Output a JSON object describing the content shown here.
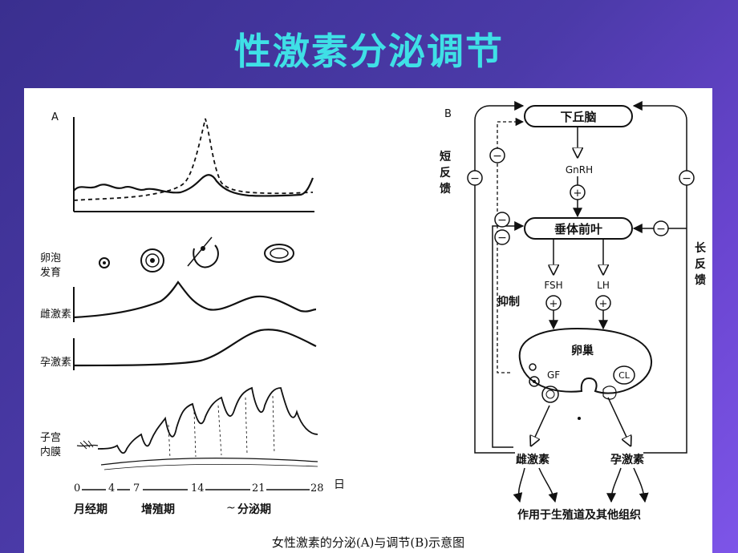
{
  "slide": {
    "title": "性激素分泌调节"
  },
  "panel_a": {
    "label": "A",
    "row_labels": {
      "follicle": [
        "卵泡",
        "发育"
      ],
      "estrogen": "雌激素",
      "progesterone": "孕激素",
      "endometrium": [
        "子宫",
        "内膜"
      ]
    },
    "axis": {
      "ticks": [
        "0",
        "4",
        "7",
        "14",
        "21",
        "28"
      ],
      "unit": "日"
    },
    "phases": [
      "月经期",
      "增殖期",
      "分泌期"
    ]
  },
  "panel_b": {
    "label": "B",
    "nodes": {
      "hypothalamus": "下丘脑",
      "pituitary": "垂体前叶",
      "ovary": "卵巢"
    },
    "hormones": {
      "gnrh": "GnRH",
      "fsh": "FSH",
      "lh": "LH",
      "estrogen": "雌激素",
      "progesterone": "孕激素"
    },
    "ovary_marks": {
      "gf": "GF",
      "cl": "CL"
    },
    "feedback": {
      "short": [
        "短",
        "反",
        "馈"
      ],
      "long": [
        "长",
        "反",
        "馈"
      ],
      "inhibit": "抑制"
    },
    "signs": {
      "plus": "+",
      "minus": "−"
    },
    "target": "作用于生殖道及其他组织"
  },
  "caption": "女性激素的分泌(A)与调节(B)示意图"
}
